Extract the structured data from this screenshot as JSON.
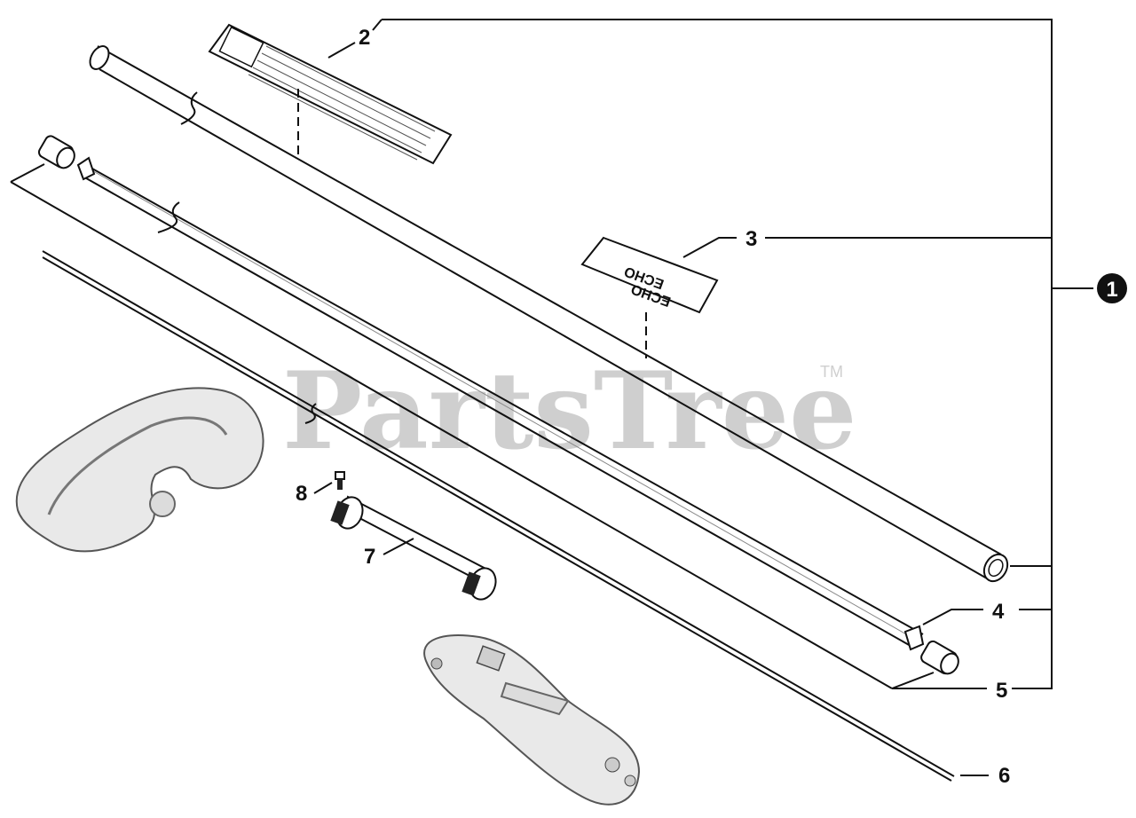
{
  "watermark": {
    "text": "PartsTree",
    "trademark": "TM"
  },
  "callouts": [
    {
      "id": "1",
      "label": "1"
    },
    {
      "id": "2",
      "label": "2"
    },
    {
      "id": "3",
      "label": "3"
    },
    {
      "id": "4",
      "label": "4"
    },
    {
      "id": "5",
      "label": "5"
    },
    {
      "id": "6",
      "label": "6"
    },
    {
      "id": "7",
      "label": "7"
    },
    {
      "id": "8",
      "label": "8"
    }
  ],
  "decal_brand": "ECHO"
}
